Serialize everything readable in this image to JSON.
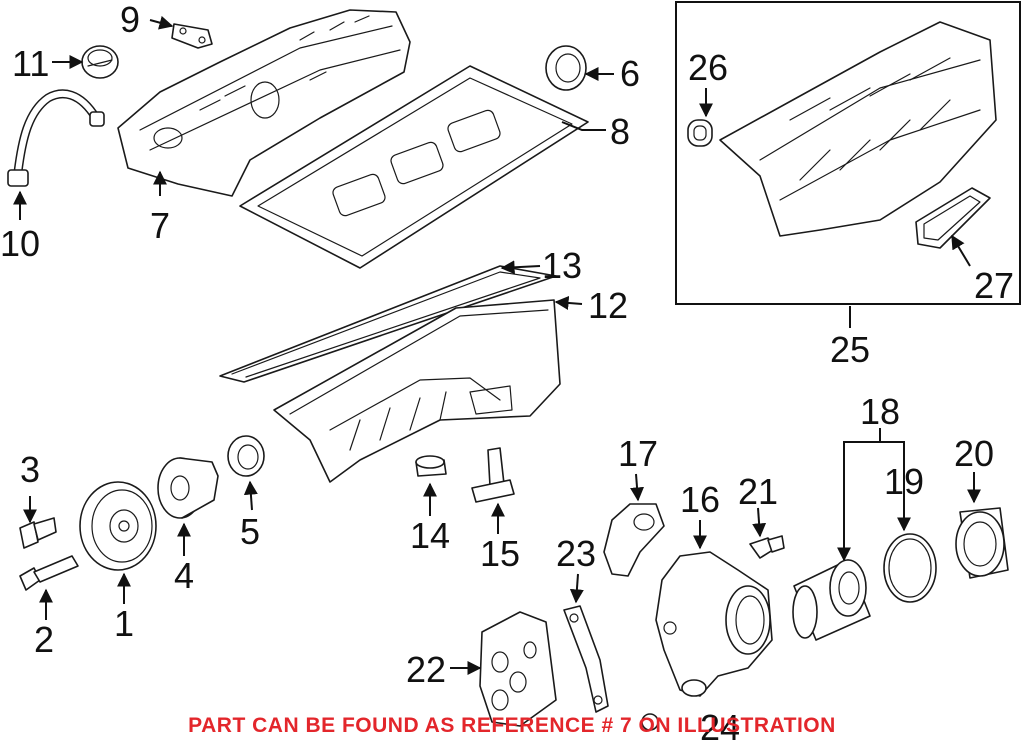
{
  "callouts": {
    "c1": "1",
    "c2": "2",
    "c3": "3",
    "c4": "4",
    "c5": "5",
    "c6": "6",
    "c7": "7",
    "c8": "8",
    "c9": "9",
    "c10": "10",
    "c11": "11",
    "c12": "12",
    "c13": "13",
    "c14": "14",
    "c15": "15",
    "c16": "16",
    "c17": "17",
    "c18": "18",
    "c19": "19",
    "c20": "20",
    "c21": "21",
    "c22": "22",
    "c23": "23",
    "c24": "24",
    "c25": "25",
    "c26": "26",
    "c27": "27"
  },
  "footnote": "PART CAN BE FOUND AS REFERENCE # 7 ON ILLUSTRATION",
  "colors": {
    "footnote": "#e3262b",
    "lines": "#1a1a1a",
    "background": "#ffffff"
  }
}
